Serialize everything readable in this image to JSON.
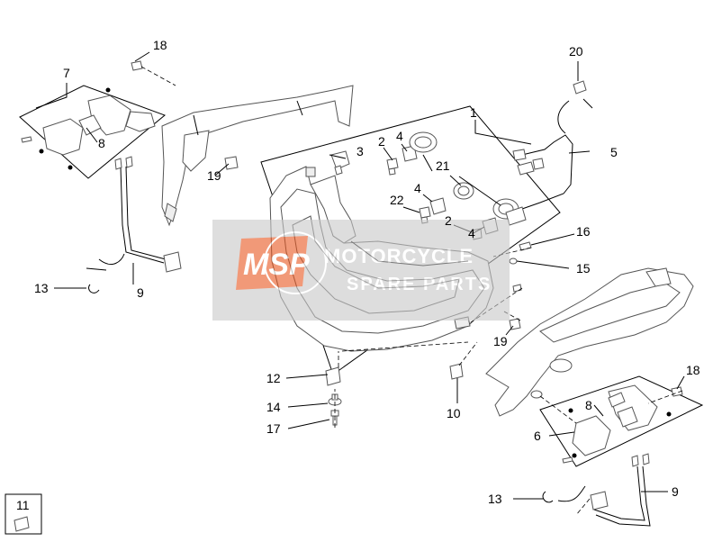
{
  "watermark": {
    "logo": "MSP",
    "line1": "MOTORCYCLE",
    "line2": "SPARE PARTS",
    "colors": {
      "badge": "#e8561f",
      "band": "#c8c8c8",
      "text": "#ffffff"
    }
  },
  "callouts": {
    "c1": "1",
    "c2a": "2",
    "c2b": "2",
    "c3": "3",
    "c4a": "4",
    "c4b": "4",
    "c4c": "4",
    "c5": "5",
    "c6": "6",
    "c7": "7",
    "c8a": "8",
    "c8b": "8",
    "c9a": "9",
    "c9b": "9",
    "c10": "10",
    "c11": "11",
    "c12": "12",
    "c13a": "13",
    "c13b": "13",
    "c14": "14",
    "c15": "15",
    "c16": "16",
    "c17": "17",
    "c18a": "18",
    "c18b": "18",
    "c19a": "19",
    "c19b": "19",
    "c20": "20",
    "c21": "21",
    "c22": "22"
  }
}
